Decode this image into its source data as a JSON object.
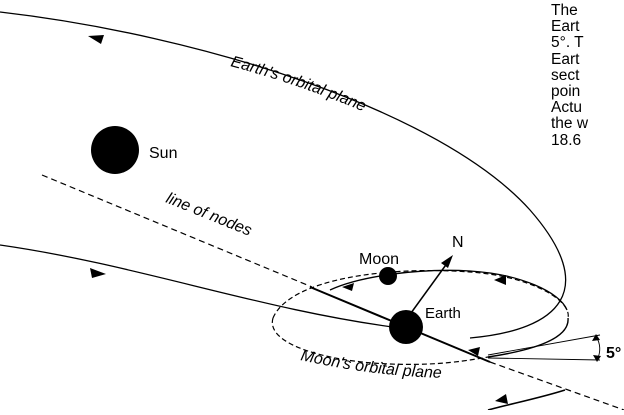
{
  "labels": {
    "earth_orbital_plane": "Earth's orbital plane",
    "sun": "Sun",
    "line_of_nodes": "line of nodes",
    "moon": "Moon",
    "north": "N",
    "earth": "Earth",
    "moon_orbital_plane": "Moon's orbital plane",
    "inclination": "5°"
  },
  "description_lines": [
    "The",
    "Eart",
    "5°. T",
    "Eart",
    "sect",
    "poin",
    "Actu",
    "the w",
    "18.6"
  ],
  "colors": {
    "ink": "#000000",
    "background": "#ffffff"
  }
}
